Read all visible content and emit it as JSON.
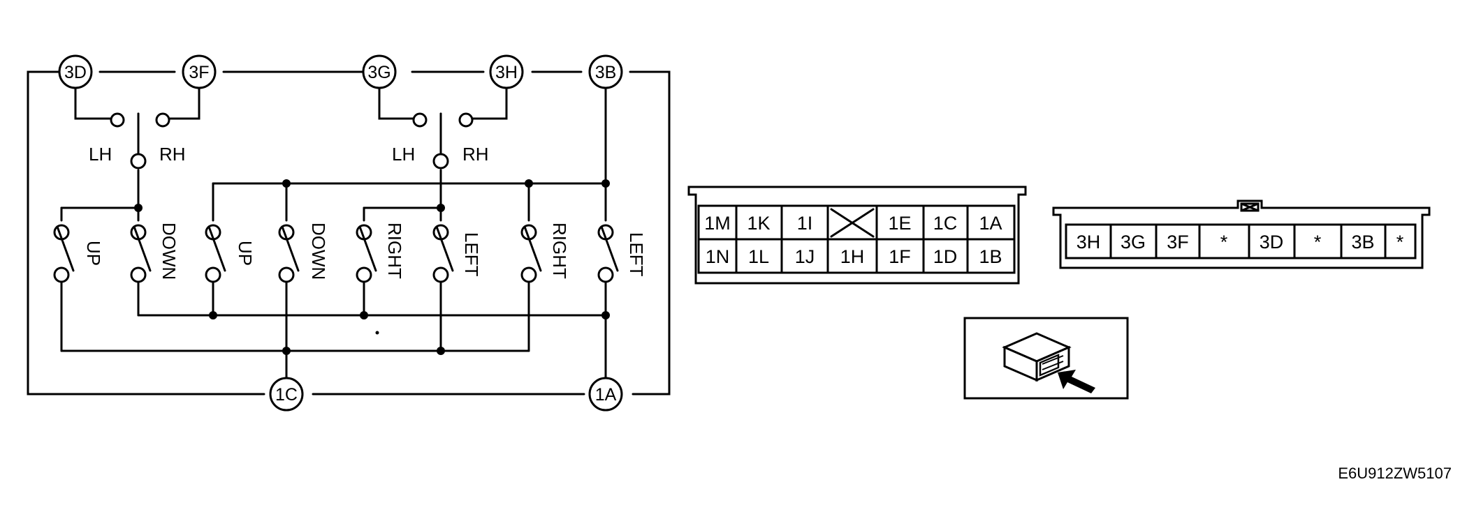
{
  "schematic": {
    "terminals_top": [
      "3D",
      "3F",
      "3G",
      "3H",
      "3B"
    ],
    "terminals_bottom": [
      "1C",
      "1A"
    ],
    "selector_labels": {
      "lh": "LH",
      "rh": "RH"
    },
    "switch_labels": [
      "UP",
      "DOWN",
      "UP",
      "DOWN",
      "RIGHT",
      "LEFT",
      "RIGHT",
      "LEFT"
    ]
  },
  "connector_a": {
    "row1": [
      "1M",
      "1K",
      "1I",
      "",
      "1E",
      "1C",
      "1A"
    ],
    "row2": [
      "1N",
      "1L",
      "1J",
      "1H",
      "1F",
      "1D",
      "1B"
    ]
  },
  "connector_b": {
    "row1": [
      "3H",
      "3G",
      "3F",
      "*",
      "3D",
      "*",
      "3B",
      "*"
    ]
  },
  "reference_code": "E6U912ZW5107"
}
